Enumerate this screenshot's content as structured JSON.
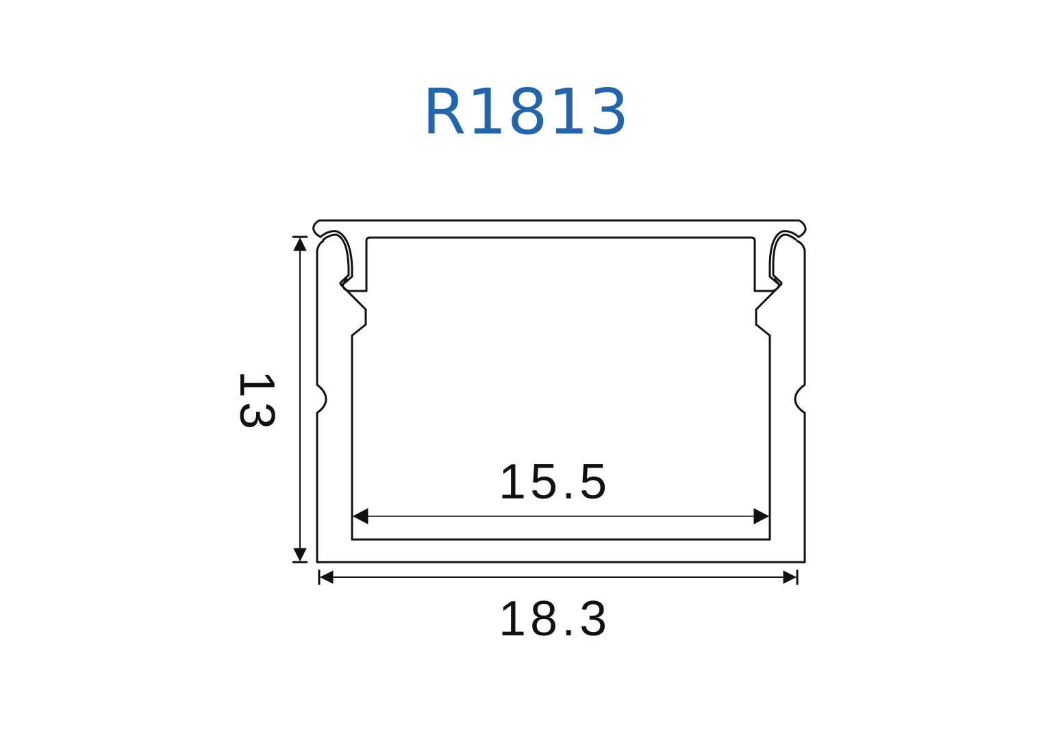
{
  "title": {
    "text": "R1813",
    "color": "#2166ad"
  },
  "drawing": {
    "subject": "LED aluminum profile cross-section",
    "line_color": "#111111",
    "units": "mm",
    "dimensions": {
      "height": {
        "label": "13",
        "orientation": "vertical"
      },
      "inner_width": {
        "label": "15.5",
        "orientation": "horizontal"
      },
      "outer_width": {
        "label": "18.3",
        "orientation": "horizontal"
      }
    }
  }
}
